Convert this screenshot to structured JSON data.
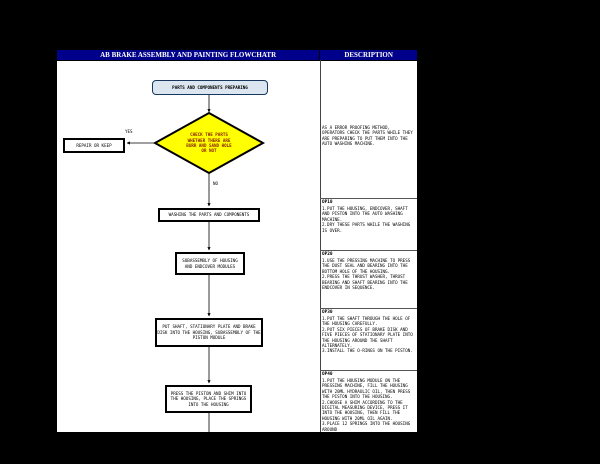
{
  "header": {
    "title": "AB BRAKE ASSEMBLY AND PAINTING FLOWCHATR",
    "description_label": "DESCRIPTION"
  },
  "flowchart": {
    "start_label": "PARTS AND COMPONENTS PREPARING",
    "decision_label": "CHECK THE PARTS\nWHETHER THERE ARE\nBURR AND SAND HOLE\nOR NOT",
    "yes_label": "YES",
    "no_label": "NO",
    "repair_label": "REPAIR OR KEEP",
    "steps": [
      {
        "label": "WASHING THE PARTS AND COMPONENTS"
      },
      {
        "label": "SUBASSEMBLY OF HOUSING\nAND ENDCOVER MODULES"
      },
      {
        "label": "PUT SHAFT, STATIONARY PLATE AND BRAKE\nDISK INTO THE HOUSING, SUBASSEMBLY OF THE\nPISTON MODULE"
      },
      {
        "label": "PRESS THE PISTON AND SHIM INTO\nTHE HOUSING, PLACE THE SPRINGS\nINTO THE HOUSING"
      }
    ]
  },
  "descriptions": [
    {
      "op": "",
      "text": "AS A ERROR PROOFING METHOD, OPERATORS CHECK THE PARTS WHILE THEY ARE PREPARING TO PUT THEM INTO THE AUTO WASHING MACHINE."
    },
    {
      "op": "OP10",
      "text": "1.PUT THE HOUSING, ENDCOVER, SHAFT AND PISTON INTO THE AUTO WASHING MACHINE.\n2.DRY THESE PARTS WHILE THE WASHING IS OVER."
    },
    {
      "op": "OP20",
      "text": "1.USE THE PRESSING MACHINE TO PRESS THE DUST SEAL AND BEARING INTO THE BOTTOM HOLE OF THE HOUSING.\n2.PRESS THE THRUST WASHER, THRUST BEARING AND SHAFT BEARING INTO THE ENDCOVER IN SEQUENCE."
    },
    {
      "op": "OP30",
      "text": "1.PUT THE SHAFT THROUGH THE HOLE OF THE HOUSING CAREFULLY.\n2.PUT SIX PIECES OF BRAKE DISK AND FIVE PIECES OF STATIONARY PLATE INTO THE HOUSING AROUND THE SHAFT ALTERNATELY.\n3.INSTALL THE O-RINGS ON THE PISTON.\n"
    },
    {
      "op": "OP40",
      "text": "1.PUT THE HOUSING MODULE ON THE PRESSING MACHINE, FILL THE HOUSING WITH 20ML HYDRAULIC OIL, THEN PRESS THE PISTON INTO THE HOUSING.\n2.CHOOSE A SHIM ACCORDING TO THE DIGITAL MEASURING DEVICE, PRESS IT INTO THE HOUSING, THEN FILL THE HOUSING WITH 20ML OIL AGAIN.\n3.PLACE 12 SPRINGS INTO THE HOUSING AROUND"
    }
  ],
  "colors": {
    "canvas_bg": "#000000",
    "page_bg": "#FFFFFF",
    "title_bar": "#00008B",
    "title_text": "#FFFFFF",
    "decision_fill": "#FFFF00",
    "decision_text": "#8B2500",
    "start_fill": "#DCE6F1"
  }
}
